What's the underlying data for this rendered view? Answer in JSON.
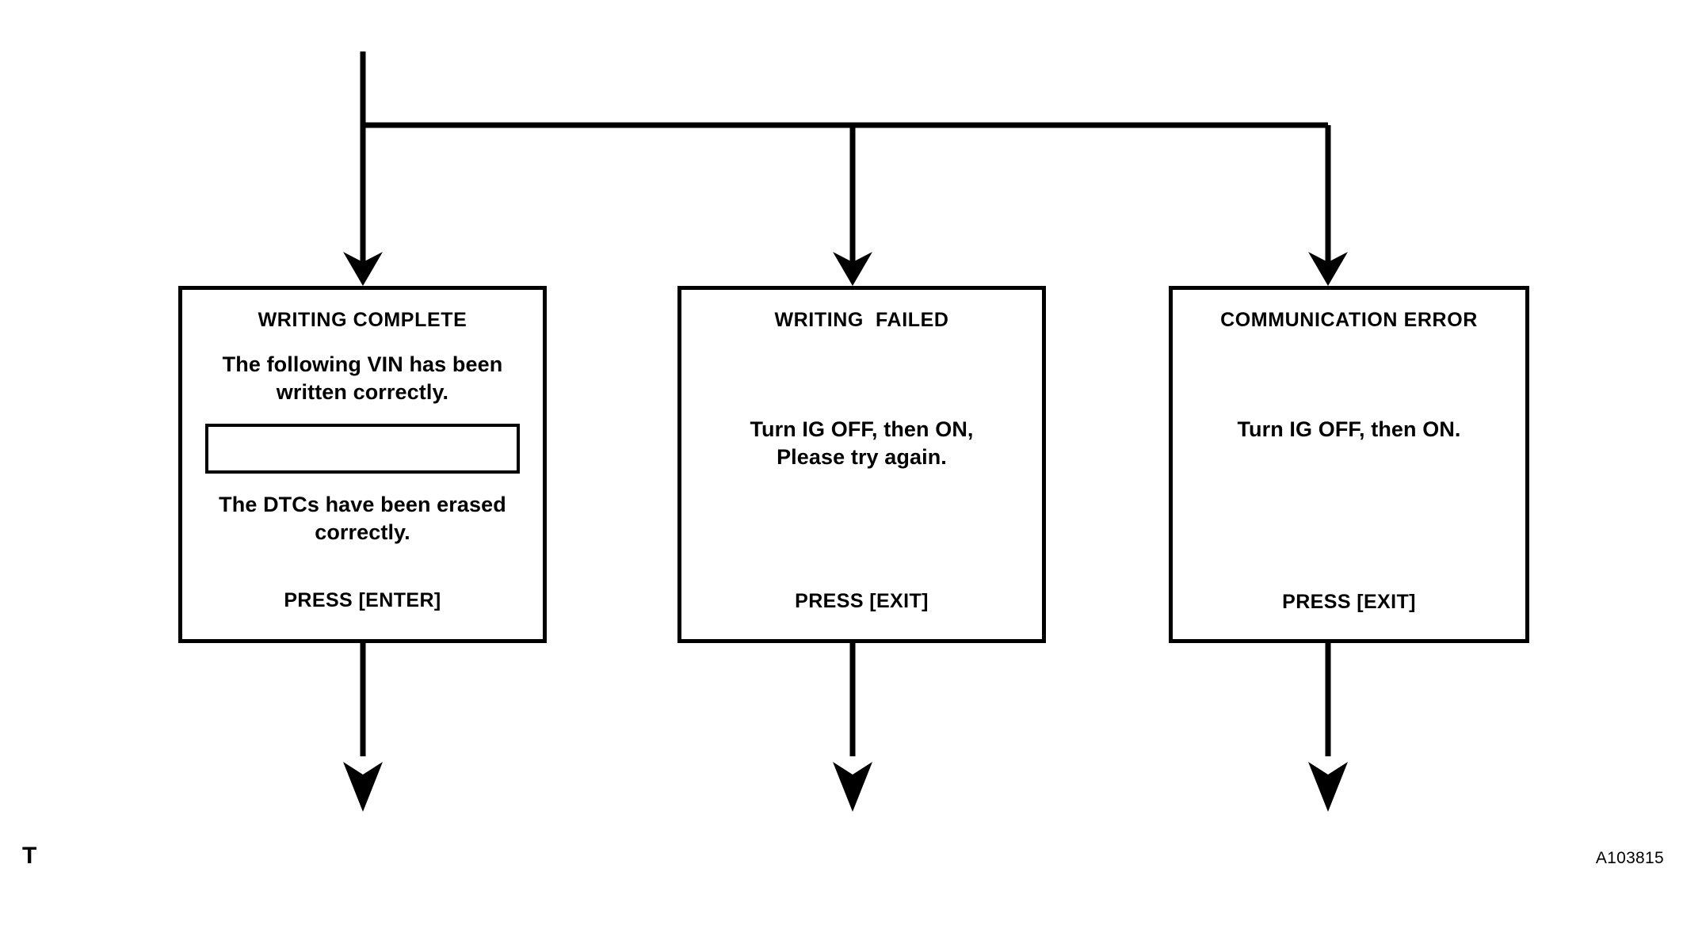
{
  "figure": {
    "page_marker": "T",
    "reference_code": "A103815",
    "line_color": "#000000",
    "background_color": "#ffffff"
  },
  "boxes": [
    {
      "id": "writing-complete",
      "title": "WRITING COMPLETE",
      "message_primary": "The following VIN has been\nwritten correctly.",
      "vin_field_value": "",
      "message_secondary": "The DTCs have been erased\ncorrectly.",
      "press_prompt": "PRESS [ENTER]"
    },
    {
      "id": "writing-failed",
      "title": "WRITING  FAILED",
      "message_body": "Turn IG OFF, then ON,\nPlease try again.",
      "press_prompt": "PRESS [EXIT]"
    },
    {
      "id": "communication-error",
      "title": "COMMUNICATION ERROR",
      "message_body": "Turn IG OFF, then ON.",
      "press_prompt": "PRESS [EXIT]"
    }
  ]
}
